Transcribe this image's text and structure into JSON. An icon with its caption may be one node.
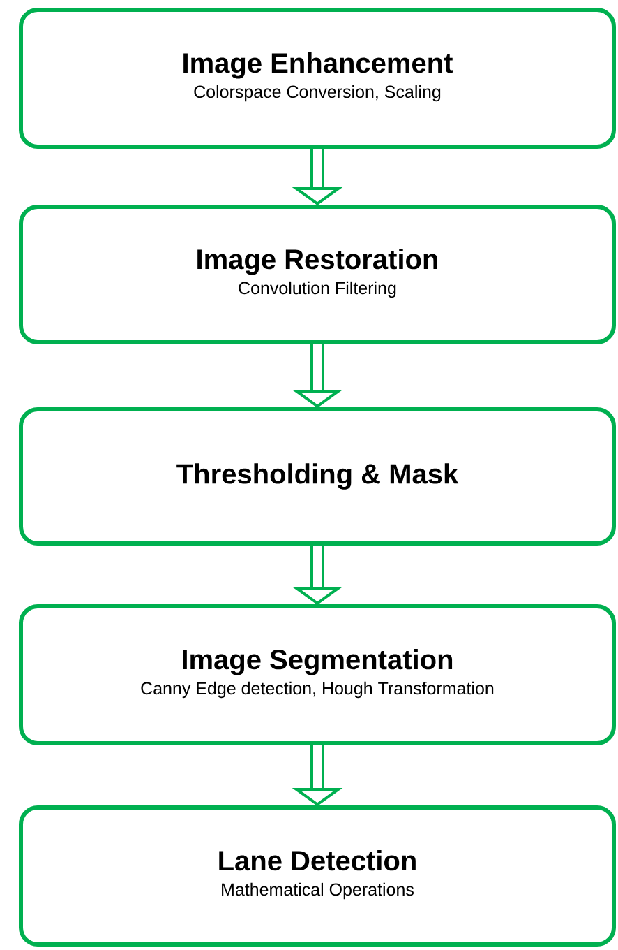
{
  "diagram": {
    "nodes": [
      {
        "text": [
          "Image Enhancement",
          "Colorspace Conversion, Scaling"
        ]
      },
      {
        "text": [
          "Image Restoration",
          "Convolution Filtering"
        ]
      },
      {
        "text": [
          "Thresholding & Mask"
        ]
      },
      {
        "text": [
          "Image Segmentation",
          "Canny Edge detection, Hough Transformation"
        ]
      },
      {
        "text": [
          "Lane Detection",
          "Mathematical Operations"
        ]
      }
    ],
    "edges": [
      {
        "from": 0,
        "to": 1,
        "arrow": "to"
      },
      {
        "from": 1,
        "to": 2,
        "arrow": "to"
      },
      {
        "from": 2,
        "to": 3,
        "arrow": "to"
      },
      {
        "from": 3,
        "to": 4,
        "arrow": "to"
      }
    ]
  }
}
